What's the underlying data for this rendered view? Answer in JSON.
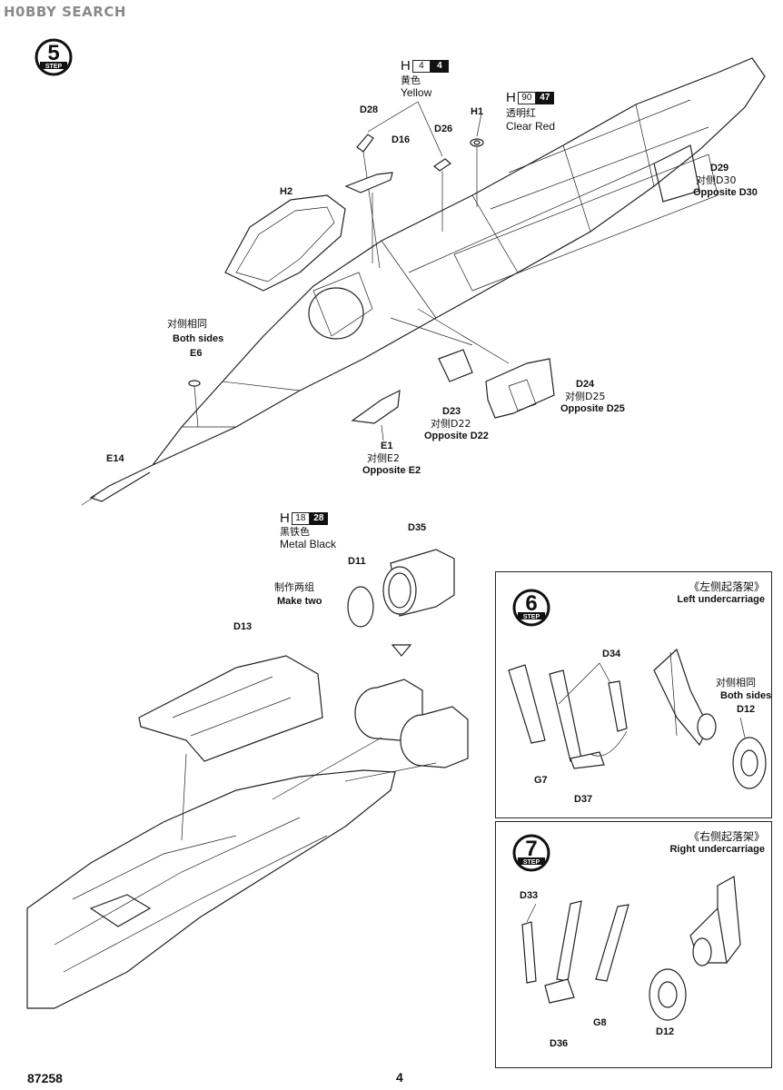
{
  "watermark": "H0BBY SEARCH",
  "step5": {
    "number": "5",
    "step_word": "STEP",
    "paint_yellow": {
      "prefix": "H",
      "code": "4",
      "alt": "4",
      "cn": "黄色",
      "en": "Yellow"
    },
    "paint_red": {
      "prefix": "H",
      "code": "90",
      "alt": "47",
      "cn": "透明红",
      "en": "Clear Red"
    },
    "paint_black": {
      "prefix": "H",
      "code": "18",
      "alt": "28",
      "cn": "黑铁色",
      "en": "Metal  Black"
    },
    "parts": {
      "d28": "D28",
      "d16": "D16",
      "d26": "D26",
      "h1": "H1",
      "h2": "H2",
      "d29": "D29",
      "d29_cn": "对侧D30",
      "d29_en": "Opposite D30",
      "e6_cn": "对侧相同",
      "e6_en": "Both sides",
      "e6": "E6",
      "e14": "E14",
      "e1": "E1",
      "e1_cn": "对侧E2",
      "e1_en": "Opposite E2",
      "d23": "D23",
      "d23_cn": "对侧D22",
      "d23_en": "Opposite D22",
      "d24": "D24",
      "d24_cn": "对侧D25",
      "d24_en": "Opposite D25",
      "d35": "D35",
      "d11": "D11",
      "make_two_cn": "制作两组",
      "make_two_en": "Make two",
      "d13": "D13"
    }
  },
  "step6": {
    "number": "6",
    "step_word": "STEP",
    "title_cn": "《左侧起落架》",
    "title_en": "Left undercarriage",
    "d34": "D34",
    "d12_cn": "对侧相同",
    "d12_en": "Both sides",
    "d12": "D12",
    "g7": "G7",
    "d37": "D37"
  },
  "step7": {
    "number": "7",
    "step_word": "STEP",
    "title_cn": "《右侧起落架》",
    "title_en": "Right undercarriage",
    "d33": "D33",
    "d36": "D36",
    "g8": "G8",
    "d12": "D12"
  },
  "footer": {
    "kit_number": "87258",
    "page_number": "4"
  }
}
